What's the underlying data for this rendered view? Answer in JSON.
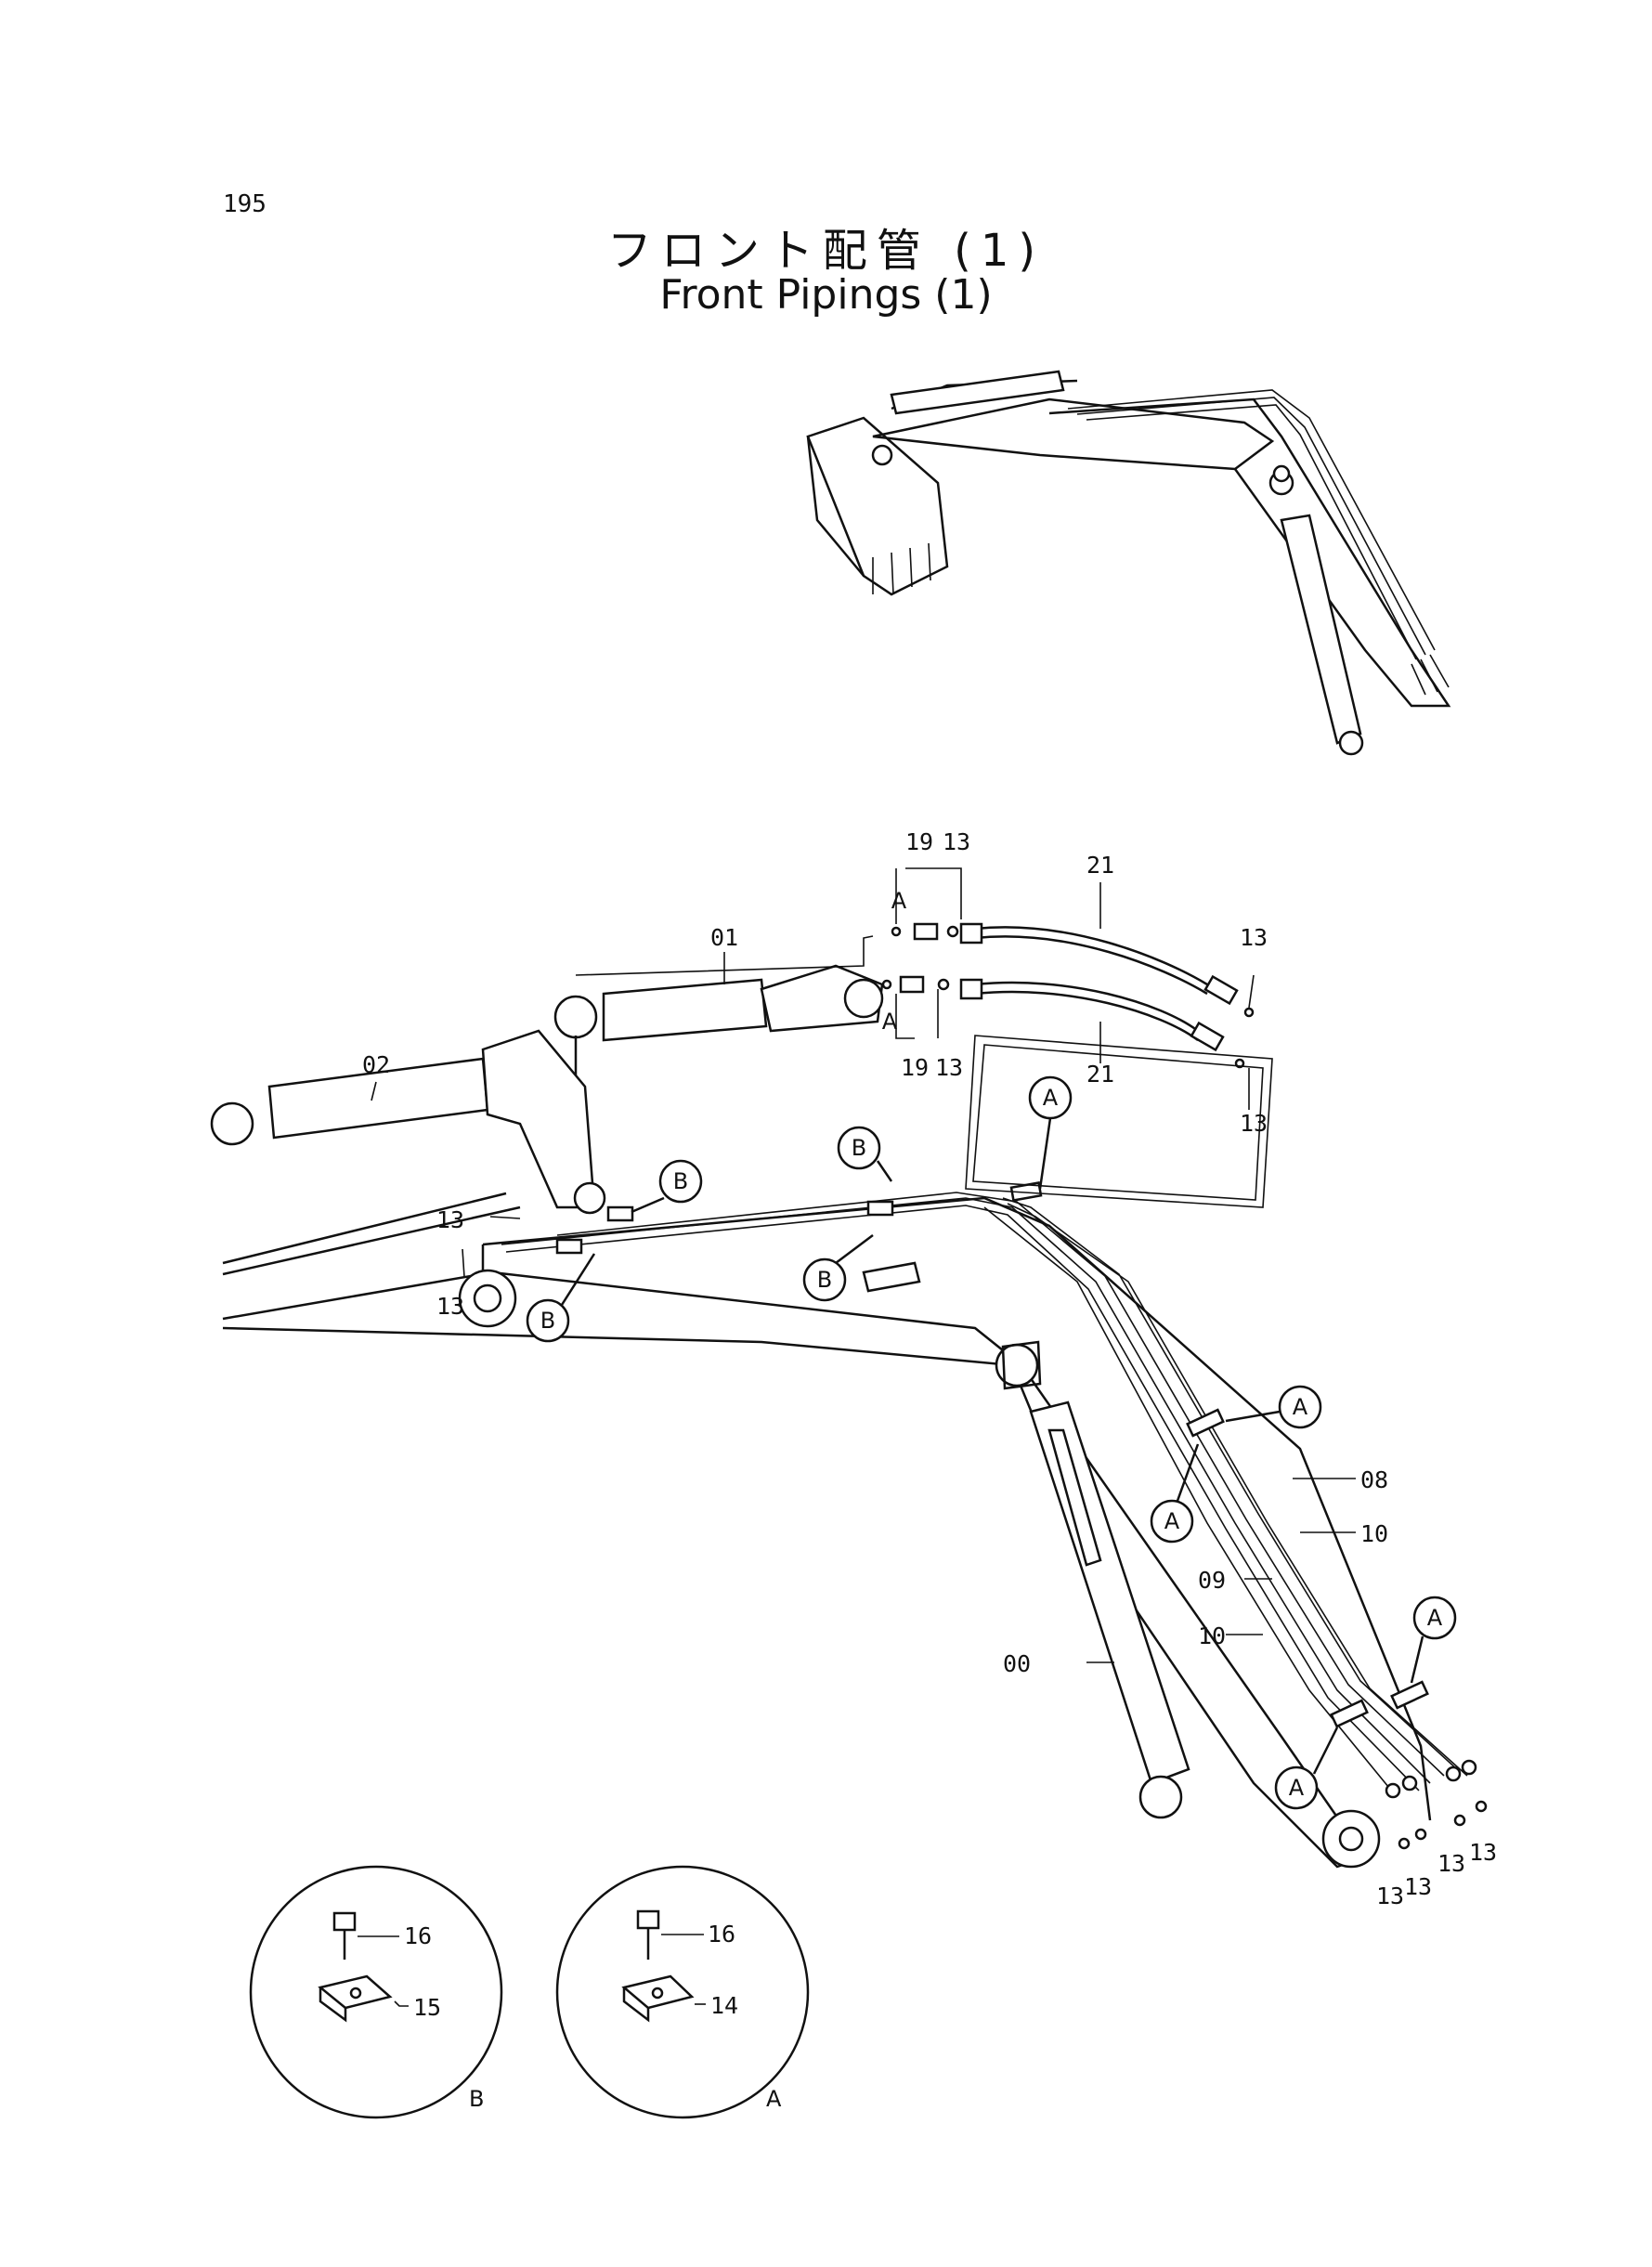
{
  "page": {
    "number": "195",
    "title_jp": "フロント配管 (1)",
    "title_en": "Front Pipings (1)"
  },
  "callouts": {
    "part_00": "00",
    "part_01": "01",
    "part_02": "02",
    "part_08": "08",
    "part_09": "09",
    "part_10": "10",
    "part_13": "13",
    "part_14": "14",
    "part_15": "15",
    "part_16": "16",
    "part_19": "19",
    "part_21": "21",
    "ref_a": "A",
    "ref_b": "B"
  },
  "detail_views": [
    {
      "name": "B",
      "parts": [
        "16",
        "15"
      ]
    },
    {
      "name": "A",
      "parts": [
        "16",
        "14"
      ]
    }
  ]
}
